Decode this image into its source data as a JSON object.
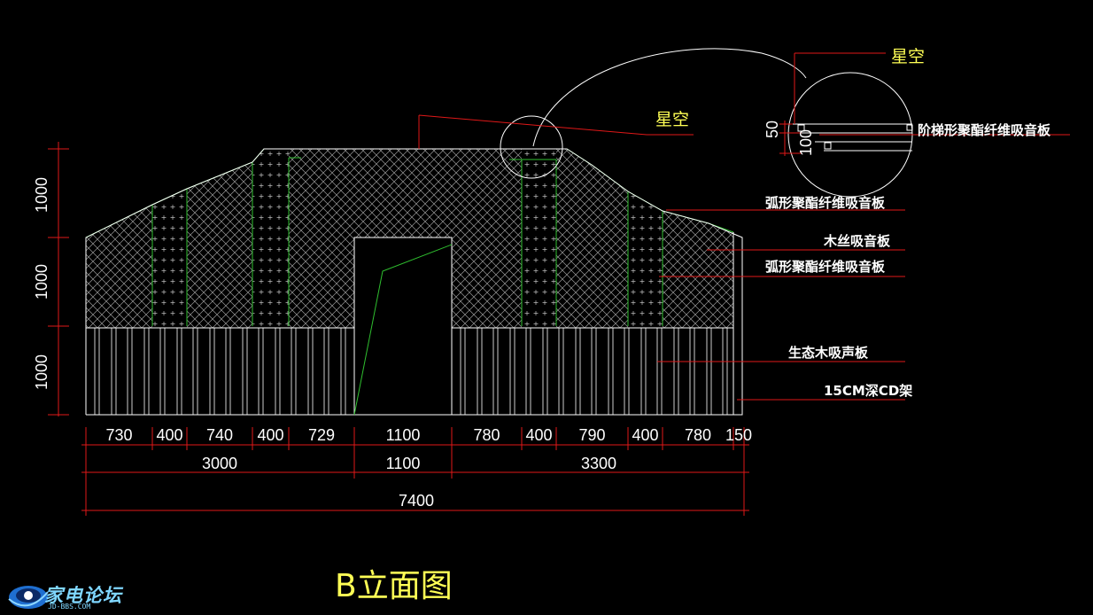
{
  "drawing": {
    "title": "B立面图",
    "starry_sky_main": "星空",
    "starry_sky_detail": "星空",
    "detail_dims": [
      "50",
      "100"
    ]
  },
  "labels": [
    "阶梯形聚酯纤维吸音板",
    "弧形聚酯纤维吸音板",
    "木丝吸音板",
    "弧形聚酯纤维吸音板",
    "生态木吸声板",
    "15CM深CD架"
  ],
  "vertical_dims": [
    "1000",
    "1000",
    "1000"
  ],
  "horizontal_dims": {
    "row1": [
      "730",
      "400",
      "740",
      "400",
      "729",
      "1100",
      "780",
      "400",
      "790",
      "400",
      "780",
      "150"
    ],
    "row2": [
      "3000",
      "1100",
      "3300"
    ],
    "row3": [
      "7400"
    ]
  },
  "watermark": {
    "text": "家电论坛",
    "sub": "JD-BBS.COM"
  },
  "colors": {
    "background": "#000000",
    "line": "#ffffff",
    "panel": "#2fbf2f",
    "leader": "#e01818",
    "text": "#ffffff",
    "accent": "#ffff55"
  }
}
